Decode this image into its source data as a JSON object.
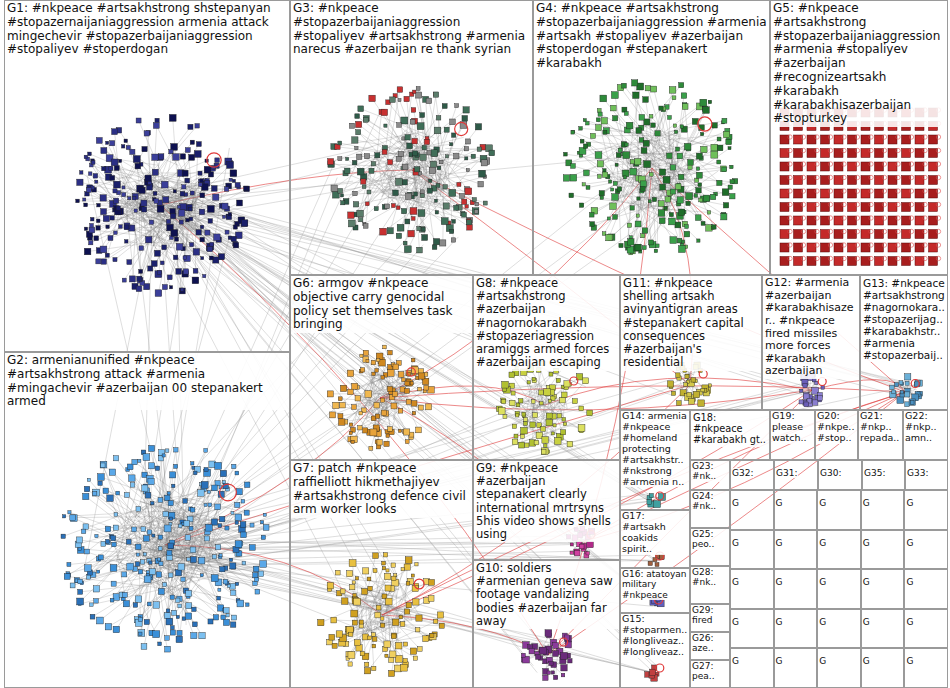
{
  "diagram": {
    "nodes": [
      {
        "text": [
          "G1: #nkpeace #artsakhstrong shstepanyan #stopazernaijaniaggression armenia attack mingechevir #stopazerbaijaniaggression #stopaliyev #stoperdogan"
        ]
      },
      {
        "text": [
          "G3: #nkpeace #stopazerbaijaniaggression #stopaliyev #artsakhstrong #armenia narecus #azerbaijan re thank syrian"
        ]
      },
      {
        "text": [
          "G4: #nkpeace #artsakhstrong #stopazerbaijaniaggression #armenia #artsakh #stopaliyev #azerbaijan #stoperdogan #stepanakert #karabakh"
        ]
      },
      {
        "text": [
          "G5: #nkpeace #artsakhstrong #stopazerbaijaniaggression #armenia #stopaliyev #azerbaijan #recognizeartsakh #karabakh #karabakhisazerbaijan #stopturkey"
        ]
      },
      {
        "text": [
          "G6: armgov #nkpeace objective carry genocidal policy set themselves task bringing"
        ]
      },
      {
        "text": [
          "G8: #nkpeace #artsakhstrong #azerbaijan #nagornokarabakh #stopazeriagression aramiggs armed forces #azerbaijan escaping"
        ]
      },
      {
        "text": [
          "G11: #nkpeace shelling artsakh avinyantigran areas #stepanakert capital consequences #azerbaijan's residential"
        ]
      },
      {
        "text": [
          "G12: #armenia #azerbaijan #karabakhisazer.. #nkpeace fired missiles more forces #karabakh azerbaijan"
        ]
      },
      {
        "text": [
          "G13: #nkpeace #artsakhstrong #nagornokara.. #stopazerijag.. #karabakhstr.. #armenia #stopazerbaij.."
        ]
      },
      {
        "text": [
          "G2: armenianunified #nkpeace #artsakhstrong attack #armenia #mingachevir #azerbaijan 00 stepanakert armed"
        ]
      },
      {
        "text": [
          "G7: patch #nkpeace raffielliott hikmethajiyev #artsakhstrong defence civil arm worker looks"
        ]
      },
      {
        "text": [
          "G9: #nkpeace #azerbaijan stepanakert clearly international mrtrsyns 5his video shows shells using"
        ]
      },
      {
        "text": [
          "G10: soldiers #armenian geneva saw footage vandalizing bodies #azerbaijan far away"
        ]
      },
      {
        "text": [
          "G14: armenia #nkpeace #homeland protecting #artsakhstr.. #nkstrong #armenia n.."
        ]
      },
      {
        "text": [
          "G17: #artsakh coakids spirit.."
        ]
      },
      {
        "text": [
          "G16: atatoyan military #nkpeace"
        ]
      },
      {
        "text": [
          "G15: #stoparmen.. #longliveaz.. #longliveaz.."
        ]
      },
      {
        "text": [
          "G18: #nkpeace #karabakh gt.."
        ]
      },
      {
        "text": [
          "G19: please watch.."
        ]
      },
      {
        "text": [
          "G20: #nkpe.. #stop.."
        ]
      },
      {
        "text": [
          "G21: #nkp.. repada.."
        ]
      },
      {
        "text": [
          "G22: #nkp.. amn.."
        ]
      },
      {
        "text": [
          "G23: #nk.."
        ]
      },
      {
        "text": [
          "G32:"
        ]
      },
      {
        "text": [
          "G31:"
        ]
      },
      {
        "text": [
          "G30:"
        ]
      },
      {
        "text": [
          "G35:"
        ]
      },
      {
        "text": [
          "G33:"
        ]
      },
      {
        "text": [
          "G24: #nk.."
        ]
      },
      {
        "text": [
          "G25: peo.."
        ]
      },
      {
        "text": [
          "G28: #nk.."
        ]
      },
      {
        "text": [
          "G29: fired"
        ]
      },
      {
        "text": [
          "G26: aze.."
        ]
      },
      {
        "text": [
          "G27: pea.."
        ]
      },
      {
        "text": [
          "G"
        ]
      },
      {
        "text": [
          "G"
        ]
      },
      {
        "text": [
          "G"
        ]
      },
      {
        "text": [
          "G"
        ]
      },
      {
        "text": [
          "G"
        ]
      },
      {
        "text": [
          "G"
        ]
      },
      {
        "text": [
          "G"
        ]
      },
      {
        "text": [
          "G"
        ]
      },
      {
        "text": [
          "G"
        ]
      },
      {
        "text": [
          "G"
        ]
      },
      {
        "text": [
          "G"
        ]
      },
      {
        "text": [
          "G"
        ]
      },
      {
        "text": [
          "G"
        ]
      },
      {
        "text": [
          "G"
        ]
      },
      {
        "text": [
          "G"
        ]
      },
      {
        "text": [
          "G"
        ]
      },
      {
        "text": [
          "G"
        ]
      },
      {
        "text": [
          "G"
        ]
      },
      {
        "text": [
          "G"
        ]
      },
      {
        "text": [
          "G"
        ]
      },
      {
        "text": [
          "G"
        ]
      },
      {
        "text": [
          "G"
        ]
      },
      {
        "text": [
          "G"
        ]
      },
      {
        "text": [
          "G"
        ]
      },
      {
        "text": [
          "G"
        ]
      }
    ]
  }
}
